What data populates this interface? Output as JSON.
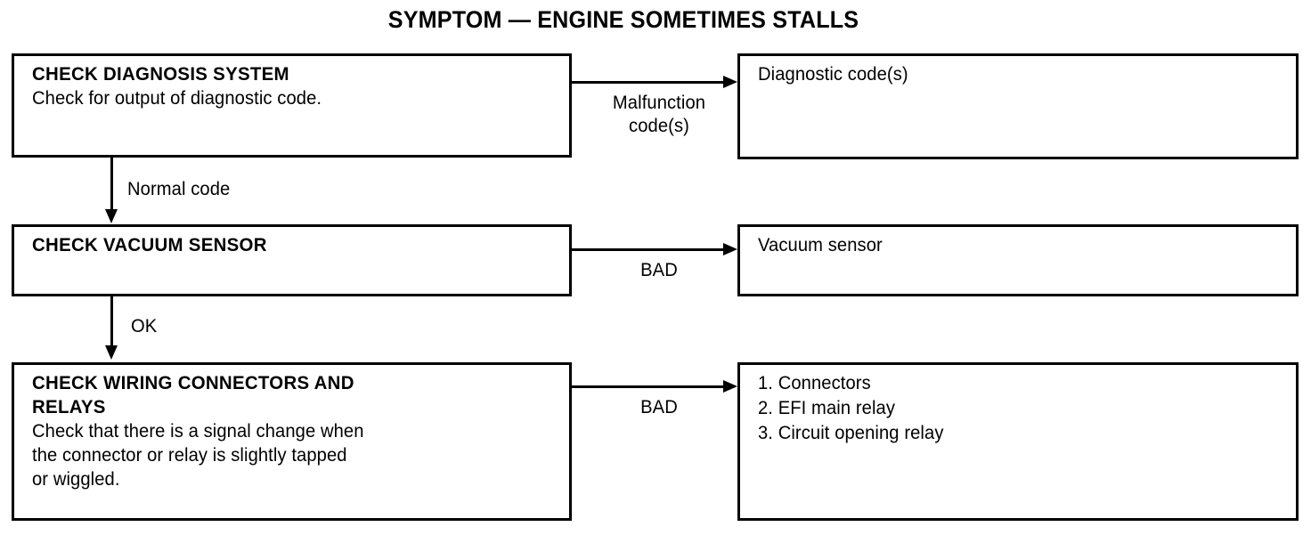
{
  "title": "SYMPTOM — ENGINE SOMETIMES STALLS",
  "colors": {
    "ink": "#000000",
    "paper": "#ffffff"
  },
  "flow": {
    "steps": [
      {
        "id": "check-diagnosis-system",
        "heading": "CHECK DIAGNOSIS SYSTEM",
        "body": "Check for output of diagnostic code."
      },
      {
        "id": "check-vacuum-sensor",
        "heading": "CHECK VACUUM SENSOR",
        "body": ""
      },
      {
        "id": "check-wiring-connectors-and-relays",
        "heading": "CHECK WIRING CONNECTORS AND\nRELAYS",
        "body": "Check that there is a signal change when\nthe connector or relay is slightly tapped\nor wiggled."
      }
    ],
    "results": [
      {
        "id": "diagnostic-codes",
        "text": "Diagnostic code(s)",
        "items": []
      },
      {
        "id": "vacuum-sensor",
        "text": "Vacuum sensor",
        "items": []
      },
      {
        "id": "connectors-relays",
        "text": "",
        "items": [
          "1. Connectors",
          "2. EFI main relay",
          "3. Circuit opening relay"
        ]
      }
    ],
    "branch_labels": {
      "malfunction": "Malfunction\ncode(s)",
      "bad_vacuum": "BAD",
      "bad_wiring": "BAD"
    },
    "pass_labels": {
      "normal_code": "Normal code",
      "ok": "OK"
    }
  }
}
